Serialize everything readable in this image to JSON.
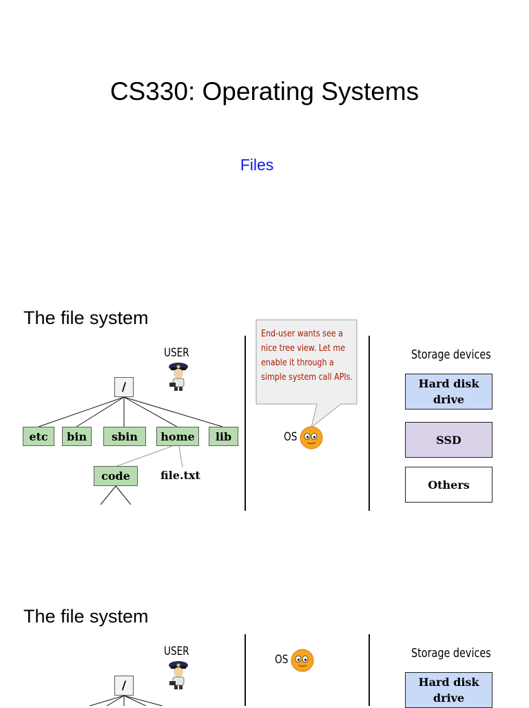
{
  "slide1": {
    "title": "CS330: Operating Systems",
    "subtitle": "Files"
  },
  "slide2": {
    "heading": "The file system",
    "user_label": "USER",
    "os_label": "OS",
    "tree": {
      "root": "/",
      "children": [
        "etc",
        "bin",
        "sbin",
        "home",
        "lib"
      ],
      "home_children": [
        "code",
        "file.txt"
      ]
    },
    "callout": "End-user wants see a nice tree view. Let me enable it through a simple system call APIs.",
    "storage": {
      "heading": "Storage devices",
      "devices": [
        {
          "label": "Hard disk drive",
          "color": "#c9daf8"
        },
        {
          "label": "SSD",
          "color": "#d9d2e9"
        },
        {
          "label": "Others",
          "color": "#ffffff"
        }
      ]
    }
  },
  "slide3": {
    "heading": "The file system",
    "user_label": "USER",
    "os_label": "OS",
    "root": "/",
    "storage_heading": "Storage devices",
    "device1": "Hard disk drive"
  }
}
